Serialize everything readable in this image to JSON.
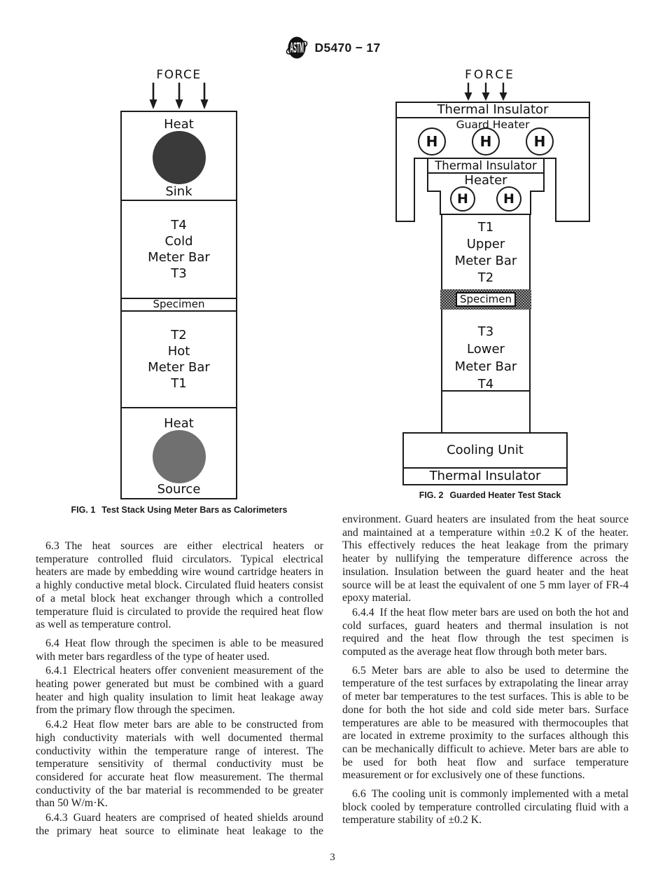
{
  "header": {
    "logo_text": "ASTM",
    "title": "D5470 − 17"
  },
  "fig1": {
    "force": "FORCE",
    "heat_sink_top": "Heat",
    "heat_sink_bottom": "Sink",
    "cold_meter_bar": [
      "T4",
      "Cold",
      "Meter Bar",
      "T3"
    ],
    "specimen": "Specimen",
    "hot_meter_bar": [
      "T2",
      "Hot",
      "Meter Bar",
      "T1"
    ],
    "heat_source_top": "Heat",
    "heat_source_bottom": "Source",
    "caption_label": "FIG. 1",
    "caption_text": "Test Stack Using Meter Bars as Calorimeters",
    "colors": {
      "sink_circle": "#3a3a3a",
      "source_circle": "#707070"
    }
  },
  "fig2": {
    "force": "FORCE",
    "thermal_insulator_top": "Thermal Insulator",
    "guard_heater": "Guard Heater",
    "h_symbol": "H",
    "thermal_insulator_inner": "Thermal Insulator",
    "heater": "Heater",
    "upper_meter_bar": [
      "T1",
      "Upper",
      "Meter Bar",
      "T2"
    ],
    "specimen": "Specimen",
    "lower_meter_bar": [
      "T3",
      "Lower",
      "Meter Bar",
      "T4"
    ],
    "cooling_unit": "Cooling Unit",
    "thermal_insulator_bottom": "Thermal Insulator",
    "caption_label": "FIG. 2",
    "caption_text": "Guarded Heater Test Stack"
  },
  "body": {
    "left": [
      {
        "num": "6.3",
        "text": "The heat sources are either electrical heaters or temperature controlled fluid circulators. Typical electrical heaters are made by embedding wire wound cartridge heaters in a highly conductive metal block. Circulated fluid heaters consist of a metal block heat exchanger through which a controlled temperature fluid is circulated to provide the required heat flow as well as temperature control."
      },
      {
        "num": "6.4",
        "text": "Heat flow through the specimen is able to be measured with meter bars regardless of the type of heater used."
      },
      {
        "num": "6.4.1",
        "text": "Electrical heaters offer convenient measurement of the heating power generated but must be combined with a guard heater and high quality insulation to limit heat leakage away from the primary flow through the specimen."
      },
      {
        "num": "6.4.2",
        "text": "Heat flow meter bars are able to be constructed from high conductivity materials with well documented thermal conductivity within the temperature range of interest. The temperature sensitivity of thermal conductivity must be considered for accurate heat flow measurement. The thermal conductivity of the bar material is recommended to be greater than 50 W/m·K."
      },
      {
        "num": "6.4.3",
        "text": "Guard heaters are comprised of heated shields around the primary heat source to eliminate heat leakage to the"
      }
    ],
    "right": [
      {
        "num": "",
        "text": "environment. Guard heaters are insulated from the heat source and maintained at a temperature within ±0.2 K of the heater. This effectively reduces the heat leakage from the primary heater by nullifying the temperature difference across the insulation. Insulation between the guard heater and the heat source will be at least the equivalent of one 5 mm layer of FR-4 epoxy material."
      },
      {
        "num": "6.4.4",
        "text": "If the heat flow meter bars are used on both the hot and cold surfaces, guard heaters and thermal insulation is not required and the heat flow through the test specimen is computed as the average heat flow through both meter bars."
      },
      {
        "num": "6.5",
        "text": "Meter bars are able to also be used to determine the temperature of the test surfaces by extrapolating the linear array of meter bar temperatures to the test surfaces. This is able to be done for both the hot side and cold side meter bars. Surface temperatures are able to be measured with thermocouples that are located in extreme proximity to the surfaces although this can be mechanically difficult to achieve. Meter bars are able to be used for both heat flow and surface temperature measurement or for exclusively one of these functions."
      },
      {
        "num": "6.6",
        "text": "The cooling unit is commonly implemented with a metal block cooled by temperature controlled circulating fluid with a temperature stability of ±0.2 K."
      }
    ]
  },
  "page_number": "3"
}
